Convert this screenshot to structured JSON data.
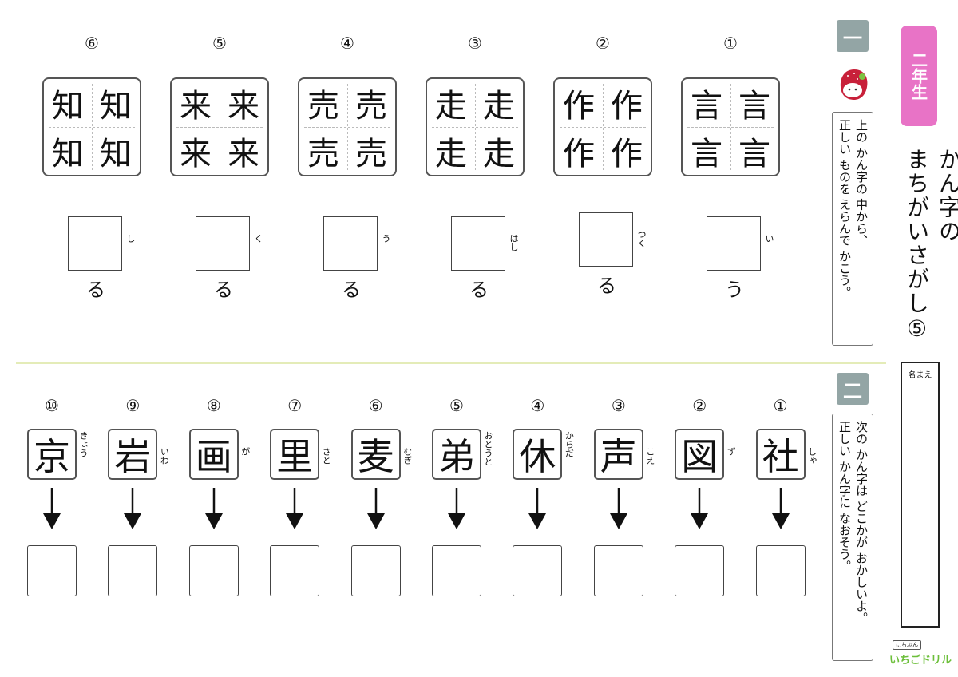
{
  "section1": {
    "badge": "一",
    "instruction": [
      "上の かん字の 中から、",
      "正しい ものを えらんで かこう。"
    ],
    "items": [
      {
        "number": "⑥",
        "chars": [
          "知",
          "知",
          "知",
          "知"
        ],
        "reading": "し",
        "okurigana": "る"
      },
      {
        "number": "⑤",
        "chars": [
          "来",
          "来",
          "来",
          "来"
        ],
        "reading": "く",
        "okurigana": "る"
      },
      {
        "number": "④",
        "chars": [
          "売",
          "売",
          "売",
          "売"
        ],
        "reading": "う",
        "okurigana": "る"
      },
      {
        "number": "③",
        "chars": [
          "走",
          "走",
          "走",
          "走"
        ],
        "reading": "はし",
        "okurigana": "る"
      },
      {
        "number": "②",
        "chars": [
          "作",
          "作",
          "作",
          "作"
        ],
        "reading": "つく",
        "okurigana": "る"
      },
      {
        "number": "①",
        "chars": [
          "言",
          "言",
          "言",
          "言"
        ],
        "reading": "い",
        "okurigana": "う"
      }
    ]
  },
  "section2": {
    "badge": "二",
    "instruction": [
      "次の かん字は どこかが おかしいよ。",
      "正しい かん字に なおそう。"
    ],
    "items": [
      {
        "number": "⑩",
        "char": "京",
        "reading": "きょう"
      },
      {
        "number": "⑨",
        "char": "岩",
        "reading": "いわ"
      },
      {
        "number": "⑧",
        "char": "画",
        "reading": "が"
      },
      {
        "number": "⑦",
        "char": "里",
        "reading": "さと"
      },
      {
        "number": "⑥",
        "char": "麦",
        "reading": "むぎ"
      },
      {
        "number": "⑤",
        "char": "弟",
        "reading": "おとうと"
      },
      {
        "number": "④",
        "char": "休",
        "reading": "からだ"
      },
      {
        "number": "③",
        "char": "声",
        "reading": "こえ"
      },
      {
        "number": "②",
        "char": "図",
        "reading": "ず"
      },
      {
        "number": "①",
        "char": "社",
        "reading": "しゃ"
      }
    ]
  },
  "grade_badge": "二年生",
  "title": [
    "かん字の",
    "まちがいさがし⑤"
  ],
  "name_label": "名まえ",
  "logo": {
    "small": "にちぶん",
    "main": "いちごドリル"
  },
  "colors": {
    "grade_badge": "#e873c6",
    "section_badge": "#93a5a5",
    "divider": "#e4ecb8",
    "logo": "#6cbf3a"
  }
}
